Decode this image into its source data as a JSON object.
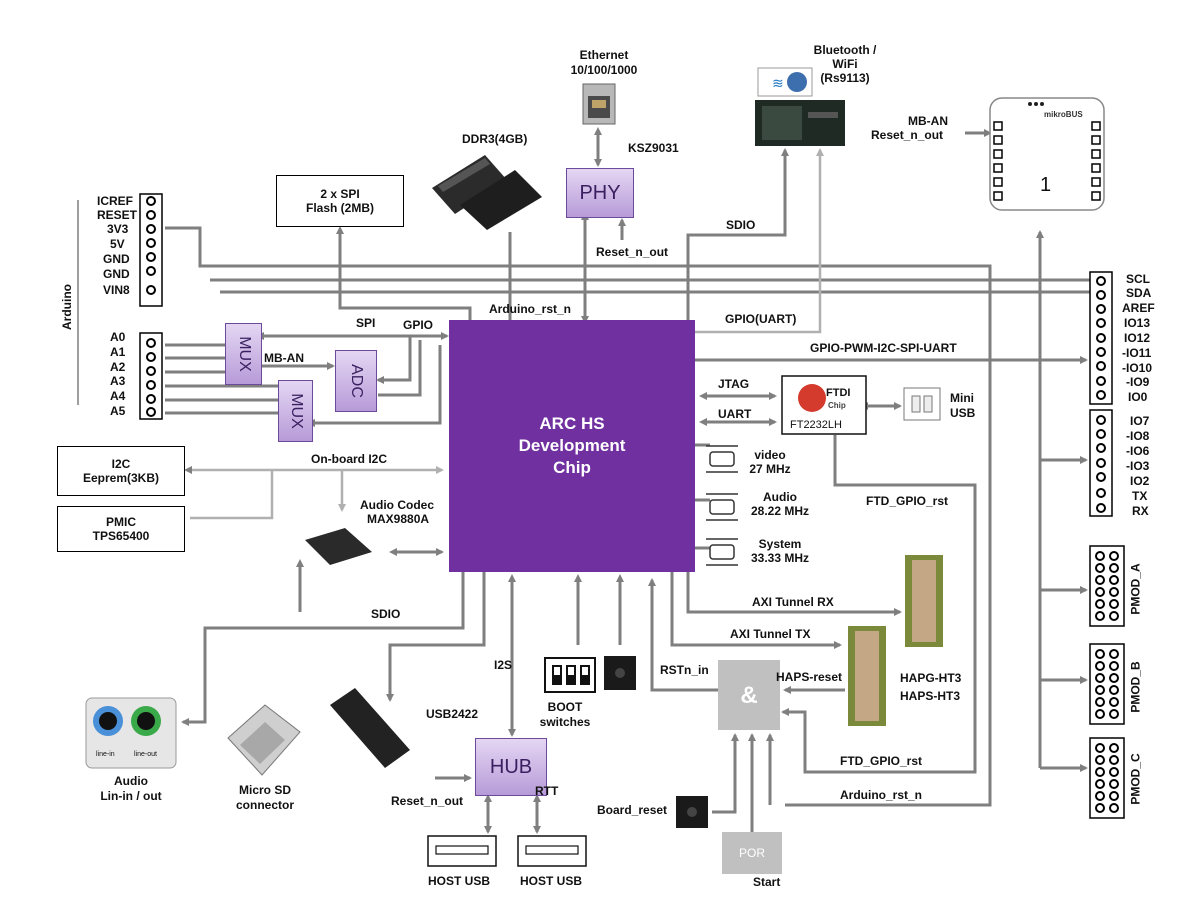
{
  "chip": {
    "line1": "ARC HS",
    "line2": "Development",
    "line3": "Chip"
  },
  "arduino_label": "Arduino",
  "header1": [
    "ICREF",
    "RESET",
    "3V3",
    "5V",
    "GND",
    "GND",
    "VIN8"
  ],
  "header2": [
    "A0",
    "A1",
    "A2",
    "A3",
    "A4",
    "A5"
  ],
  "header3": [
    "SCL",
    "SDA",
    "AREF",
    "IO13",
    "IO12",
    "-IO11",
    "-IO10",
    "-IO9",
    "IO0"
  ],
  "header4": [
    "IO7",
    "-IO8",
    "-IO6",
    "-IO3",
    "IO2",
    "TX",
    "RX"
  ],
  "spi_flash": {
    "line1": "2 x SPI",
    "line2": "Flash (2MB)"
  },
  "ddr": "DDR3(4GB)",
  "ethernet": {
    "line1": "Ethernet",
    "line2": "10/100/1000"
  },
  "ksz": "KSZ9031",
  "phy": "PHY",
  "reset_n_out_phy": "Reset_n_out",
  "bt": {
    "line1": "Bluetooth /",
    "line2": "WiFi",
    "line3": "(Rs9113)"
  },
  "sdio_top": "SDIO",
  "gpio_uart": "GPIO(UART)",
  "mikro": {
    "mb_an": "MB-AN",
    "reset": "Reset_n_out",
    "num": "1",
    "brand": "mikroBUS"
  },
  "mux1": "MUX",
  "mux2": "MUX",
  "adc": "ADC",
  "spi_lbl": "SPI",
  "gpio_lbl": "GPIO",
  "mb_an_lbl": "MB-AN",
  "arduino_rst": "Arduino_rst_n",
  "gpio_pwm": "GPIO-PWM-I2C-SPI-UART",
  "jtag": "JTAG",
  "uart": "UART",
  "ftdi": {
    "brand": "FTDI",
    "chip": "Chip",
    "part": "FT2232LH"
  },
  "mini_usb": {
    "line1": "Mini",
    "line2": "USB"
  },
  "i2c_eeprom": {
    "line1": "I2C",
    "line2": "Eeprem(3KB)"
  },
  "pmic": {
    "line1": "PMIC",
    "line2": "TPS65400"
  },
  "onboard_i2c": "On-board I2C",
  "audio_codec": {
    "line1": "Audio Codec",
    "line2": "MAX9880A"
  },
  "video": {
    "line1": "video",
    "line2": "27 MHz"
  },
  "audio_clk": {
    "line1": "Audio",
    "line2": "28.22 MHz"
  },
  "system_clk": {
    "line1": "System",
    "line2": "33.33 MHz"
  },
  "ftd_gpio_rst1": "FTD_GPIO_rst",
  "axi_rx": "AXI Tunnel RX",
  "axi_tx": "AXI Tunnel TX",
  "hapg": "HAPG-HT3",
  "haps": "HAPS-HT3",
  "haps_reset": "HAPS-reset",
  "pmod": [
    "PMOD_A",
    "PMOD_B",
    "PMOD_C"
  ],
  "sdio_bottom": "SDIO",
  "i2s": "I2S",
  "usb2422": "USB2422",
  "boot": {
    "line1": "BOOT",
    "line2": "switches"
  },
  "rstn_in": "RSTn_in",
  "and_sym": "&",
  "hub": "HUB",
  "reset_n_out_hub": "Reset_n_out",
  "rtt": "RTT",
  "host_usb1": "HOST USB",
  "host_usb2": "HOST USB",
  "board_reset": "Board_reset",
  "por": "POR",
  "start": "Start",
  "ftd_gpio_rst2": "FTD_GPIO_rst",
  "arduino_rst2": "Arduino_rst_n",
  "audio_jack": {
    "line1": "Audio",
    "line2": "Lin-in / out",
    "in": "line-in",
    "out": "line-out"
  },
  "micro_sd": {
    "line1": "Micro SD",
    "line2": "connector"
  },
  "colors": {
    "chip": "#7030a0",
    "purple_block": "#b79bd8",
    "line_dark": "#7f7f7f",
    "line_light": "#b0b0b0"
  }
}
